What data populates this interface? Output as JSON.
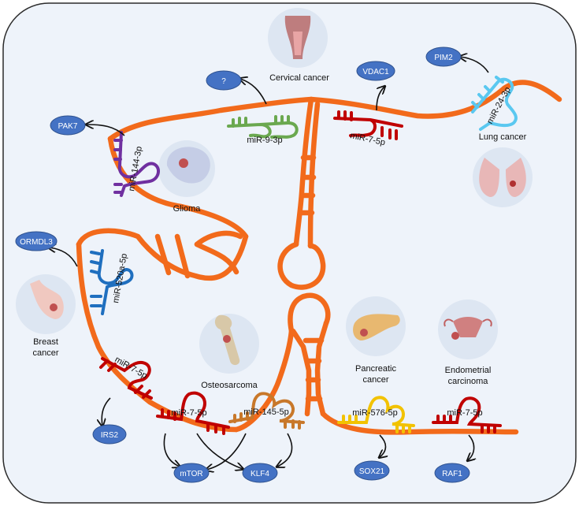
{
  "cancers": {
    "cervical": "Cervical cancer",
    "glioma": "Glioma",
    "lung": "Lung cancer",
    "breast_line1": "Breast",
    "breast_line2": "cancer",
    "osteosarcoma": "Osteosarcoma",
    "pancreatic_line1": "Pancreatic",
    "pancreatic_line2": "cancer",
    "endometrial_line1": "Endometrial",
    "endometrial_line2": "carcinoma"
  },
  "mirnas": {
    "mir_9_3p": "miR-9-3p",
    "mir_144_3p": "miR-144-3p",
    "mir_7_5p_top": "miR-7-5p",
    "mir_24_3p": "miR-24-3p",
    "mir_520a_5p": "miR-520a-5p",
    "mir_7_5p_left": "miR-7-5p",
    "mir_7_5p_bottom": "miR-7-5p",
    "mir_145_5p": "miR-145-5p",
    "mir_576_5p": "miR-576-5p",
    "mir_7_5p_right": "miR-7-5p"
  },
  "targets": {
    "unknown": "?",
    "pak7": "PAK7",
    "vdac1": "VDAC1",
    "pim2": "PIM2",
    "ormdl3": "ORMDL3",
    "irs2": "IRS2",
    "mtor": "mTOR",
    "klf4": "KLF4",
    "sox21": "SOX21",
    "raf1": "RAF1"
  },
  "colors": {
    "background_panel": "#eef3fa",
    "circrna": "#f26a1b",
    "target_oval": "#4472c4",
    "mir_9": "#6aa84f",
    "mir_144": "#7030a0",
    "mir_7": "#c00000",
    "mir_24": "#5ac8f0",
    "mir_520a": "#1f6fbf",
    "mir_145": "#c8782a",
    "mir_576": "#f2c200",
    "icon_circle": "#dde6f2"
  },
  "icons": [
    "uterus-cervix-icon",
    "brain-icon",
    "lungs-icon",
    "breast-icon",
    "bone-icon",
    "pancreas-icon",
    "uterus-icon"
  ]
}
